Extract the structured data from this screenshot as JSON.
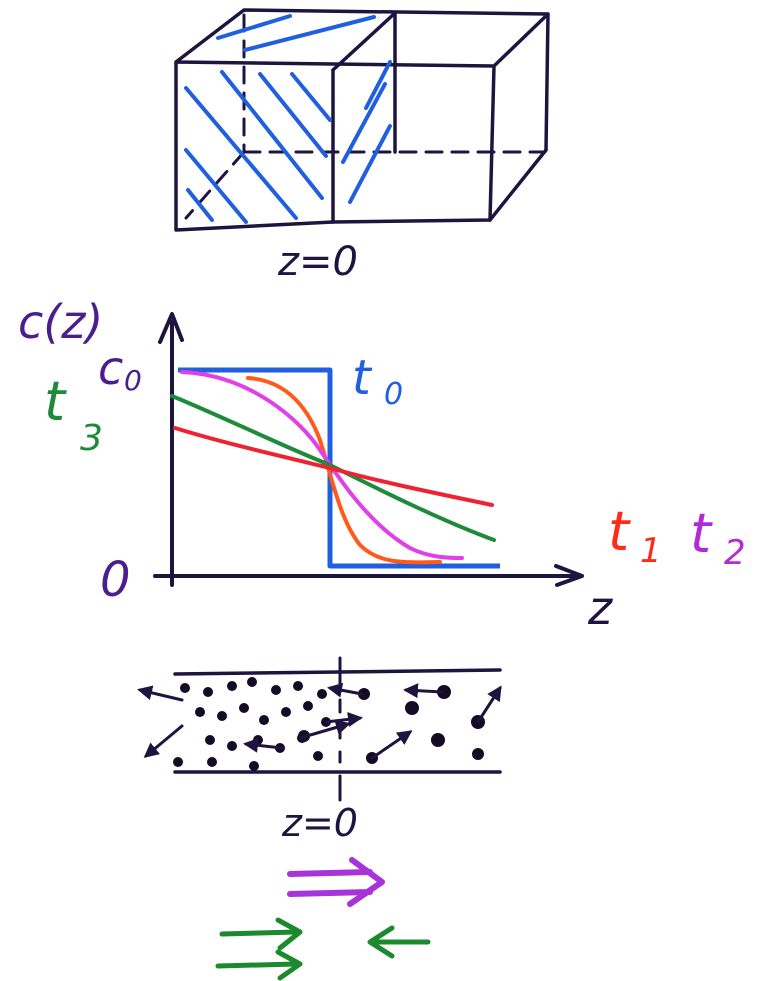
{
  "box": {
    "label": "z=0"
  },
  "plot": {
    "y_axis_label": "c(z)",
    "y_top_label": "c",
    "y_top_subscript": "0",
    "y_zero_label": "0",
    "x_axis_label": "z",
    "curve_labels": [
      {
        "id": "t0",
        "letter": "t",
        "sub": "0",
        "color": "#1f5fe0"
      },
      {
        "id": "t1",
        "letter": "t",
        "sub": "1",
        "color": "#ff2a1a"
      },
      {
        "id": "t2",
        "letter": "t",
        "sub": "2",
        "color": "#b22ad6"
      },
      {
        "id": "t3",
        "letter": "t",
        "sub": "3",
        "color": "#1f8a3a"
      }
    ]
  },
  "channel": {
    "label": "z=0"
  },
  "colors": {
    "ink": "#1e1440",
    "blue": "#1f5fe0",
    "orange": "#ff5a1a",
    "red": "#ee2233",
    "magenta": "#e040e8",
    "green": "#1f8a3a",
    "purple": "#a634d8",
    "arrow_green": "#1c8a2c"
  }
}
